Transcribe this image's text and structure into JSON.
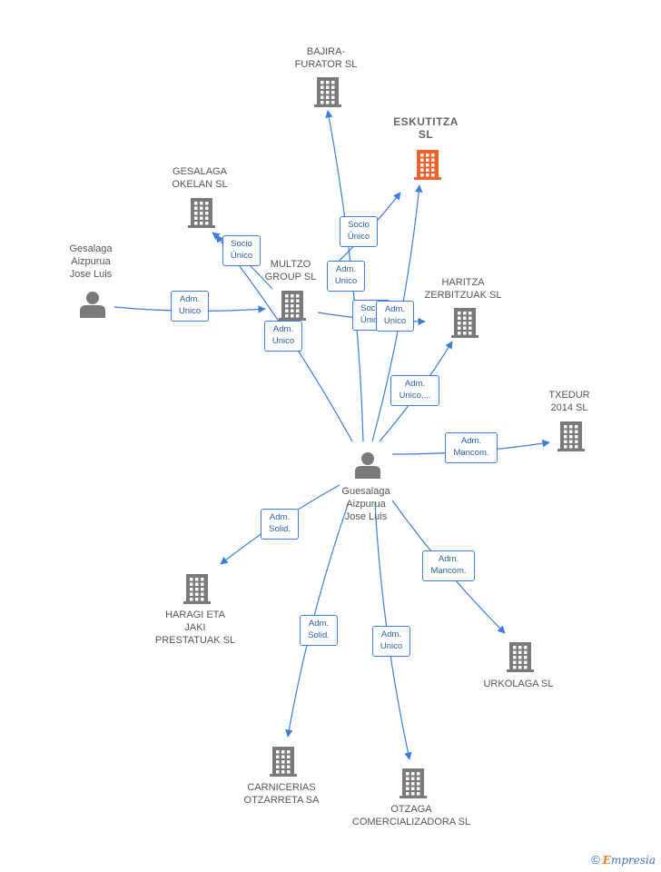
{
  "colors": {
    "edge": "#3c7dd9",
    "building": "#7a7a7a",
    "focus_building": "#f0622a",
    "person": "#7a7a7a"
  },
  "nodes": [
    {
      "id": "bajira",
      "label": "BAJIRA-\nFURATOR SL",
      "kind": "company"
    },
    {
      "id": "eskutitza",
      "label": "ESKUTITZA\nSL",
      "kind": "company",
      "focus": true
    },
    {
      "id": "gesalaga_okelan",
      "label": "GESALAGA\nOKELAN  SL",
      "kind": "company"
    },
    {
      "id": "gesalaga_person",
      "label": "Gesalaga\nAizpurua\nJose Luis",
      "kind": "person"
    },
    {
      "id": "multzo",
      "label": "MULTZO\nGROUP  SL",
      "kind": "company"
    },
    {
      "id": "haritza",
      "label": "HARITZA\nZERBITZUAK  SL",
      "kind": "company"
    },
    {
      "id": "txedur",
      "label": "TXEDUR\n2014  SL",
      "kind": "company"
    },
    {
      "id": "guesalaga_person",
      "label": "Guesalaga\nAizpurua\nJose Luis",
      "kind": "person"
    },
    {
      "id": "haragi",
      "label": "HARAGI ETA\nJAKI\nPRESTATUAK SL",
      "kind": "company"
    },
    {
      "id": "urkolaga",
      "label": "URKOLAGA SL",
      "kind": "company"
    },
    {
      "id": "carnicerias",
      "label": "CARNICERIAS\nOTZARRETA SA",
      "kind": "company"
    },
    {
      "id": "otzaga",
      "label": "OTZAGA\nCOMERCIALIZADORA SL",
      "kind": "company"
    }
  ],
  "edges": [
    {
      "from": "gesalaga_person",
      "to": "multzo",
      "label": "Adm.\nUnico"
    },
    {
      "from": "multzo",
      "to": "gesalaga_okelan",
      "label": "Socio\nÚnico"
    },
    {
      "from": "multzo",
      "to": "eskutitza",
      "label": "Socio\nÚnico"
    },
    {
      "from": "multzo",
      "to": "haritza",
      "label": "Socio\nÚnico"
    },
    {
      "from": "guesalaga_person",
      "to": "gesalaga_okelan",
      "label": "Adm.\nUnico"
    },
    {
      "from": "guesalaga_person",
      "to": "bajira",
      "label": "Adm.\nUnico"
    },
    {
      "from": "guesalaga_person",
      "to": "eskutitza",
      "label": "Adm.\nUnico"
    },
    {
      "from": "guesalaga_person",
      "to": "haritza",
      "label": "Adm.\nUnico,..."
    },
    {
      "from": "guesalaga_person",
      "to": "txedur",
      "label": "Adm.\nMancom."
    },
    {
      "from": "guesalaga_person",
      "to": "haragi",
      "label": "Adm.\nSolid."
    },
    {
      "from": "guesalaga_person",
      "to": "urkolaga",
      "label": "Adm.\nMancom."
    },
    {
      "from": "guesalaga_person",
      "to": "carnicerias",
      "label": "Adm.\nSolid."
    },
    {
      "from": "guesalaga_person",
      "to": "otzaga",
      "label": "Adm.\nUnico"
    }
  ],
  "watermark": {
    "copyright": "©",
    "brand_first": "E",
    "brand_rest": "mpresia"
  }
}
